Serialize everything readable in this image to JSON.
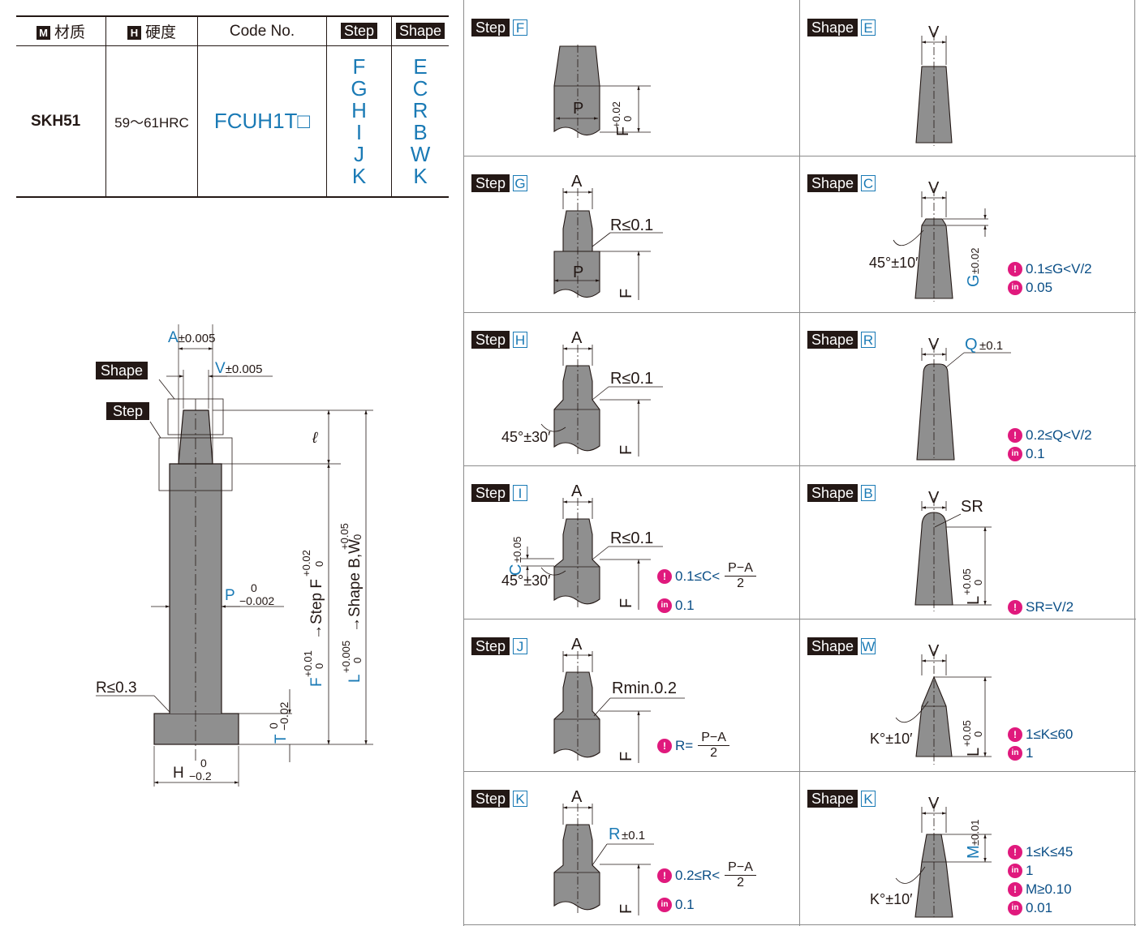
{
  "table": {
    "headers": {
      "material_icon": "M",
      "material": "材质",
      "hardness_icon": "H",
      "hardness": "硬度",
      "code": "Code No.",
      "step": "Step",
      "shape": "Shape"
    },
    "row": {
      "material": "SKH51",
      "hardness": "59～61HRC",
      "code": "FCUH1T□",
      "steps": [
        "F",
        "G",
        "H",
        "I",
        "J",
        "K"
      ],
      "shapes": [
        "E",
        "C",
        "R",
        "B",
        "W",
        "K"
      ]
    }
  },
  "main_drawing": {
    "shape_label": "Shape",
    "step_label": "Step",
    "dim_a": "A",
    "tol_a": "±0.005",
    "dim_v": "V",
    "tol_v": "±0.005",
    "dim_p": "P",
    "tol_p_upper": "0",
    "tol_p_lower": "−0.002",
    "r_base": "R≤0.3",
    "dim_t": "T",
    "tol_t_upper": "0",
    "tol_t_lower": "−0.02",
    "dim_h": "H",
    "tol_h_upper": "0",
    "tol_h_lower": "−0.2",
    "ell": "ℓ",
    "dim_f": "F",
    "tol_f_upper": "+0.01",
    "tol_f_lower": "0",
    "arrow_step_f": "→Step F",
    "tol_step_f_upper": "+0.02",
    "tol_step_f_lower": "0",
    "dim_l": "L",
    "tol_l_upper": "+0.005",
    "tol_l_lower": "0",
    "arrow_shape": "→Shape B,W",
    "tol_shape_upper": "+0.05",
    "tol_shape_lower": "0"
  },
  "steps": [
    {
      "key": "F",
      "tag": "Step",
      "labels": {
        "p": "P",
        "f": "F",
        "f_tol_u": "+0.02",
        "f_tol_l": "0"
      }
    },
    {
      "key": "G",
      "tag": "Step",
      "labels": {
        "a": "A",
        "p": "P",
        "r": "R≤0.1",
        "f": "F"
      }
    },
    {
      "key": "H",
      "tag": "Step",
      "labels": {
        "a": "A",
        "r": "R≤0.1",
        "angle": "45°±30′",
        "f": "F"
      }
    },
    {
      "key": "I",
      "tag": "Step",
      "labels": {
        "a": "A",
        "r": "R≤0.1",
        "angle": "45°±30′",
        "c": "C",
        "c_tol": "±0.05",
        "f": "F"
      },
      "notes": [
        {
          "icon": "!",
          "text": "0.1≤C<",
          "num": "P−A",
          "den": "2"
        },
        {
          "icon": "in",
          "text": "0.1"
        }
      ]
    },
    {
      "key": "J",
      "tag": "Step",
      "labels": {
        "a": "A",
        "r": "Rmin.0.2",
        "f": "F"
      },
      "notes": [
        {
          "icon": "!",
          "text": "R=",
          "num": "P−A",
          "den": "2"
        }
      ]
    },
    {
      "key": "K",
      "tag": "Step",
      "labels": {
        "a": "A",
        "r": "R",
        "r_tol": "±0.1",
        "f": "F"
      },
      "notes": [
        {
          "icon": "!",
          "text": "0.2≤R<",
          "num": "P−A",
          "den": "2"
        },
        {
          "icon": "in",
          "text": "0.1"
        }
      ]
    }
  ],
  "shapes": [
    {
      "key": "E",
      "tag": "Shape",
      "labels": {
        "v": "V"
      }
    },
    {
      "key": "C",
      "tag": "Shape",
      "labels": {
        "v": "V",
        "angle": "45°±10′",
        "g": "G",
        "g_tol": "±0.02"
      },
      "notes": [
        {
          "icon": "!",
          "text": "0.1≤G<V/2"
        },
        {
          "icon": "in",
          "text": "0.05"
        }
      ]
    },
    {
      "key": "R",
      "tag": "Shape",
      "labels": {
        "v": "V",
        "q": "Q",
        "q_tol": "±0.1"
      },
      "notes": [
        {
          "icon": "!",
          "text": "0.2≤Q<V/2"
        },
        {
          "icon": "in",
          "text": "0.1"
        }
      ]
    },
    {
      "key": "B",
      "tag": "Shape",
      "labels": {
        "v": "V",
        "sr": "SR",
        "l": "L",
        "l_tol_u": "+0.05",
        "l_tol_l": "0"
      },
      "notes": [
        {
          "icon": "!",
          "text": "SR=V/2"
        }
      ]
    },
    {
      "key": "W",
      "tag": "Shape",
      "labels": {
        "v": "V",
        "angle": "K°±10′",
        "l": "L",
        "l_tol_u": "+0.05",
        "l_tol_l": "0"
      },
      "notes": [
        {
          "icon": "!",
          "text": "1≤K≤60"
        },
        {
          "icon": "in",
          "text": "1"
        }
      ]
    },
    {
      "key": "K",
      "tag": "Shape",
      "labels": {
        "v": "V",
        "angle": "K°±10′",
        "m": "M",
        "m_tol": "±0.01"
      },
      "notes": [
        {
          "icon": "!",
          "text": "1≤K≤45"
        },
        {
          "icon": "in",
          "text": "1"
        },
        {
          "icon": "!",
          "text": "M≥0.10"
        },
        {
          "icon": "in",
          "text": "0.01"
        }
      ]
    }
  ],
  "colors": {
    "ink": "#231815",
    "blue": "#1a7ab5",
    "magenta": "#e0197d",
    "grey": "#8f8f8f"
  },
  "icons": {
    "!": "attention-icon",
    "in": "inch-note-icon"
  }
}
